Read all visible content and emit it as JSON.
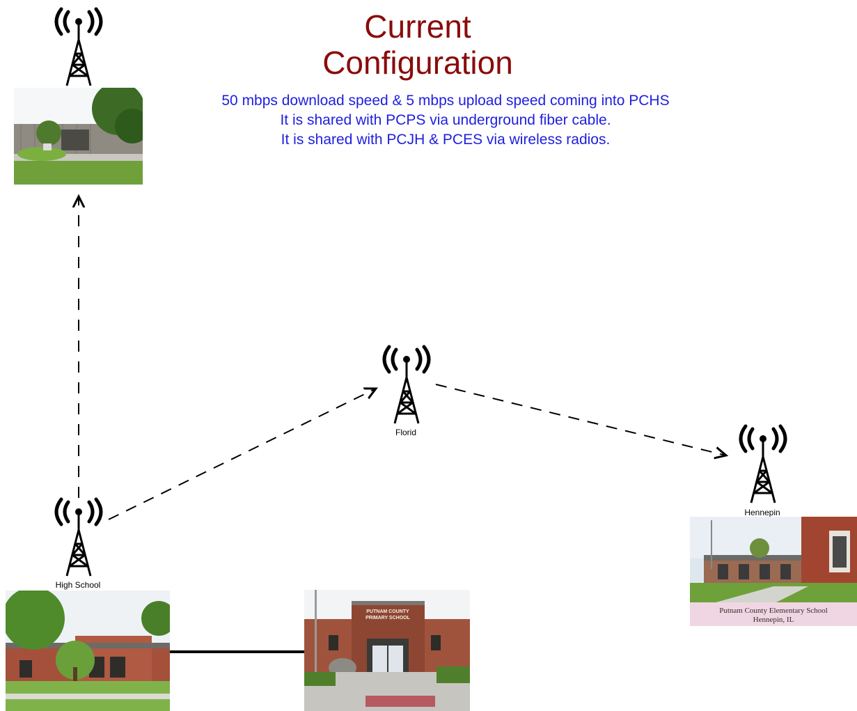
{
  "title": {
    "line1": "Current",
    "line2": "Configuration",
    "color": "#8b0a0a"
  },
  "description": {
    "line1": "50 mbps download speed & 5 mbps upload speed coming into PCHS",
    "line2": "It is shared with PCPS via underground fiber cable.",
    "line3": "It is shared with PCJH & PCES via wireless radios.",
    "color": "#1e1ee0"
  },
  "nodes": {
    "florid": {
      "label": "Florid"
    },
    "hennepin": {
      "label": "Hennepin"
    },
    "high_school": {
      "label": "High School"
    }
  },
  "photos": {
    "primary_school_sign": {
      "line1": "PUTNAM COUNTY",
      "line2": "PRIMARY SCHOOL"
    },
    "elementary_caption": {
      "line1": "Putnam County Elementary School",
      "line2": "Hennepin, IL"
    }
  },
  "icons": {
    "tower": "radio-tower-icon"
  }
}
